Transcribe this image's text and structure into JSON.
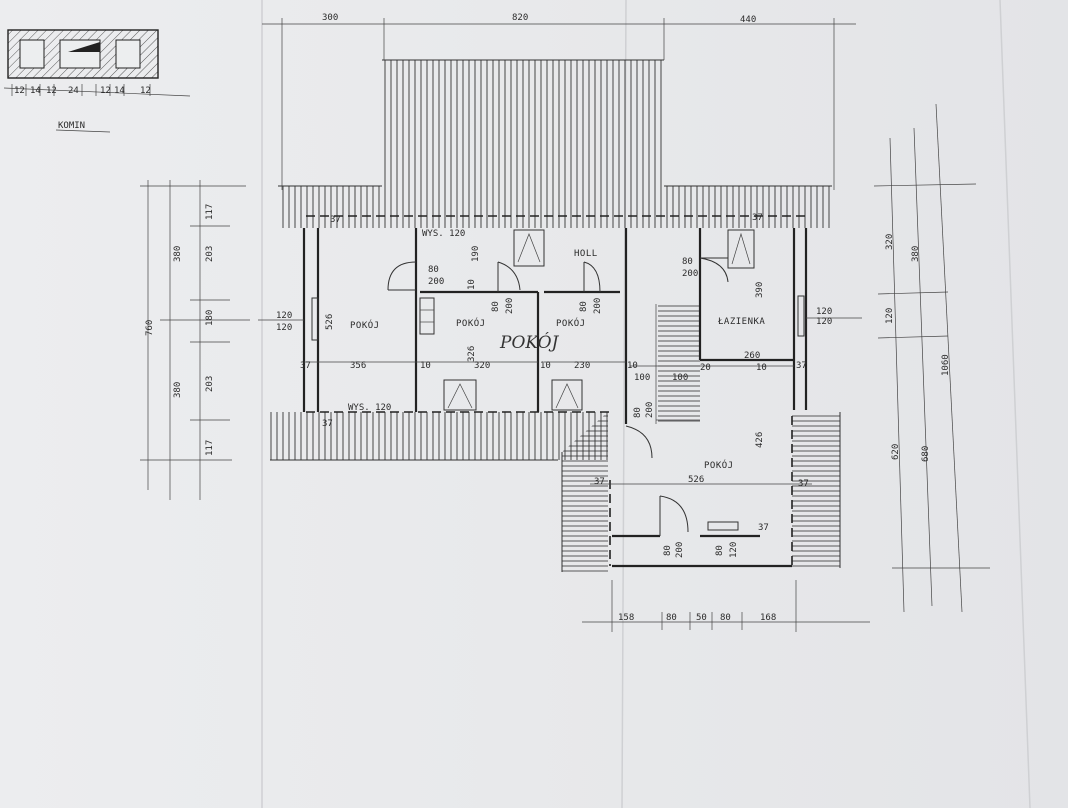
{
  "chimney_detail": {
    "label": "KOMIN",
    "dims": [
      "12",
      "14",
      "12",
      "24",
      "12",
      "14",
      "12"
    ]
  },
  "top_dims": [
    "300",
    "820",
    "440"
  ],
  "left_dims": [
    "760",
    "380",
    "380",
    "117",
    "203",
    "180",
    "203",
    "117"
  ],
  "right_dims": [
    "320",
    "380",
    "120",
    "620",
    "680",
    "1060"
  ],
  "bottom_dims": [
    "158",
    "80",
    "50",
    "80",
    "168"
  ],
  "rooms": {
    "left_room": "POKÓJ",
    "middle_room": "POKÓJ",
    "small_room": "POKÓJ",
    "holl": "HOLL",
    "bathroom": "ŁAZIENKA",
    "south_room": "POKÓJ",
    "handwritten": "POKÓJ"
  },
  "heights": {
    "top": "WYS. 120",
    "bottom": "WYS. 120"
  },
  "interior_dims": {
    "d526_v": "526",
    "d356": "356",
    "d320": "320",
    "d230": "230",
    "d326": "326",
    "d190": "190",
    "d10a": "10",
    "d10b": "10",
    "d10c": "10",
    "d10d": "10",
    "d10e": "10",
    "d37a": "37",
    "d37b": "37",
    "d37c": "37",
    "d37d": "37",
    "d37e": "37",
    "d37f": "37",
    "d37g": "37",
    "d37h": "37",
    "d260": "260",
    "d390": "390",
    "d426": "426",
    "d526_h": "526",
    "d100a": "100",
    "d100b": "100",
    "d20": "20",
    "win_l_top": "120",
    "win_l_bot": "120",
    "win_r_top": "120",
    "win_r_bot": "120",
    "door1_w": "80",
    "door1_h": "200",
    "door2_w": "80",
    "door2_h": "200",
    "door3_w": "80",
    "door3_h": "200",
    "door4_w": "80",
    "door4_h": "200",
    "door5_w": "80",
    "door5_h": "200",
    "door6_w": "80",
    "door6_h": "200",
    "win_s_w": "80",
    "win_s_h": "120"
  }
}
